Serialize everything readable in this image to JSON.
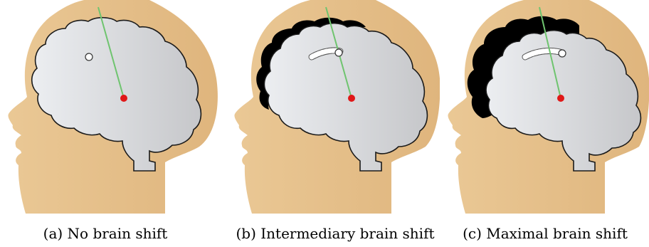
{
  "figure": {
    "panels": [
      {
        "caption": "(a) No brain shift",
        "shift_level": "none",
        "components": [
          "head",
          "brain",
          "skull-gap",
          "trajectory-line",
          "target-point",
          "entry-marker"
        ]
      },
      {
        "caption": "(b) Intermediary brain shift",
        "shift_level": "intermediary",
        "components": [
          "head",
          "brain",
          "skull-gap",
          "trajectory-line",
          "target-point",
          "entry-marker",
          "displacement-trace"
        ]
      },
      {
        "caption": "(c) Maximal brain shift",
        "shift_level": "maximal",
        "components": [
          "head",
          "brain",
          "skull-gap",
          "trajectory-line",
          "target-point",
          "entry-marker",
          "displacement-trace"
        ]
      }
    ],
    "colors": {
      "skin": "#e8c590",
      "brain_light": "#e9ebee",
      "brain_dark": "#c9cacc",
      "gap": "#000000",
      "trajectory": "#6fc46f",
      "target": "#e01818",
      "marker": "#ffffff"
    }
  }
}
